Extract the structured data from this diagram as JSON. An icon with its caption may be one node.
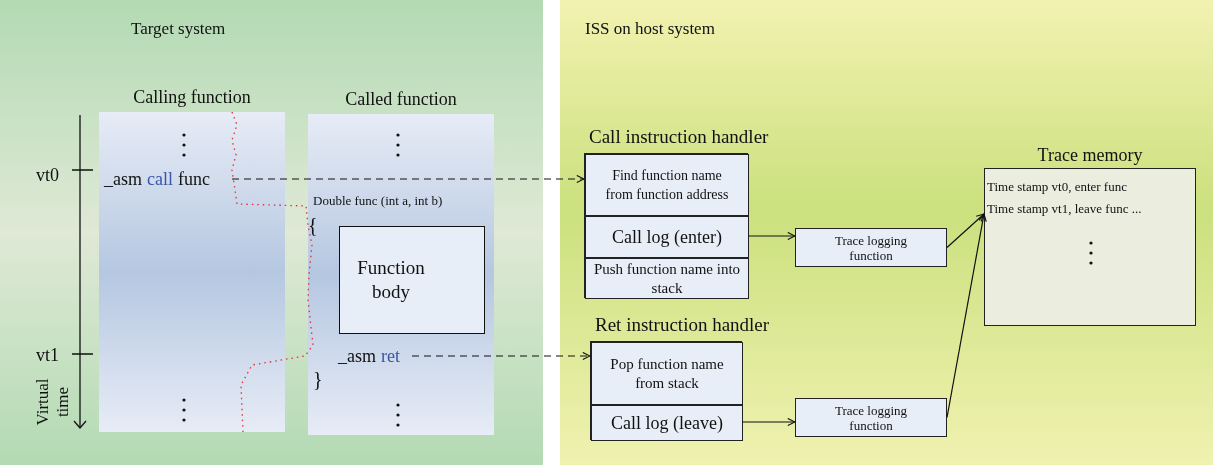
{
  "diagram": {
    "nodes": [
      {
        "text": [
          "Target system"
        ]
      },
      {
        "text": [
          "Calling function"
        ],
        "in": 0
      },
      {
        "text": [
          "_asm",
          "call",
          "func"
        ],
        "in": 1
      },
      {
        "text": [
          "Called function"
        ],
        "in": 0
      },
      {
        "text": [
          "Function body"
        ],
        "in": 3
      },
      {
        "text": [
          "_asm",
          "ret"
        ],
        "in": 3
      },
      {
        "text": [
          "ISS on host system"
        ]
      },
      {
        "text": [
          "Call instruction handler"
        ],
        "in": 6
      },
      {
        "text": [
          "Find function name from function address"
        ],
        "in": 7
      },
      {
        "text": [
          "Call log (enter)"
        ],
        "in": 7
      },
      {
        "text": [
          "Push function name into stack"
        ],
        "in": 7
      },
      {
        "text": [
          "Ret instruction handler"
        ],
        "in": 6
      },
      {
        "text": [
          "Pop function name from stack"
        ],
        "in": 11
      },
      {
        "text": [
          "Call log (leave)"
        ],
        "in": 11
      },
      {
        "text": [
          "Trace logging function"
        ],
        "in": 6
      },
      {
        "text": [
          "Trace logging function"
        ],
        "in": 6
      },
      {
        "text": [
          "Trace memory",
          "Time stamp vt0, enter func",
          "Time stamp vt1, leave func ..."
        ],
        "in": 6
      }
    ],
    "edges": [
      {
        "from": 2,
        "to": 8,
        "arrow": "to",
        "style": "dashed"
      },
      {
        "from": 5,
        "to": 12,
        "arrow": "to",
        "style": "dashed"
      },
      {
        "from": 9,
        "to": 14,
        "arrow": "to"
      },
      {
        "from": 13,
        "to": 15,
        "arrow": "to"
      },
      {
        "from": 14,
        "to": 16,
        "arrow": "to"
      },
      {
        "from": 15,
        "to": 16,
        "arrow": "to"
      }
    ],
    "labels": [
      "vt0",
      "vt1",
      "Virtual time",
      "Double func (int a, int b)",
      "{",
      "}"
    ]
  }
}
